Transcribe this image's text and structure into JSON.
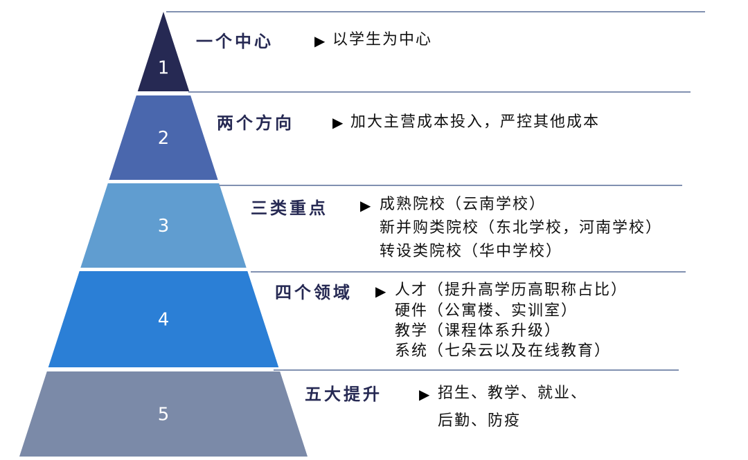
{
  "colors": {
    "level1": "#262953",
    "level2": "#4a67ad",
    "level3": "#609dd0",
    "level4": "#2b7fd6",
    "level5": "#7b8aa8",
    "divider": "#8090b0",
    "title": "#262953"
  },
  "bullet_icon": "▶",
  "levels": [
    {
      "number": "1",
      "title": "一个中心",
      "items": [
        "以学生为中心"
      ]
    },
    {
      "number": "2",
      "title": "两个方向",
      "items": [
        "加大主营成本投入，严控其他成本"
      ]
    },
    {
      "number": "3",
      "title": "三类重点",
      "items": [
        "成熟院校（云南学校）",
        "新并购类院校（东北学校，河南学校）",
        "转设类院校（华中学校）"
      ]
    },
    {
      "number": "4",
      "title": "四个领域",
      "items": [
        "人才（提升高学历高职称占比）",
        "硬件（公寓楼、实训室）",
        "教学（课程体系升级）",
        "系统（七朵云以及在线教育）"
      ]
    },
    {
      "number": "5",
      "title": "五大提升",
      "items": [
        "招生、教学、就业、",
        "后勤、防疫"
      ]
    }
  ]
}
